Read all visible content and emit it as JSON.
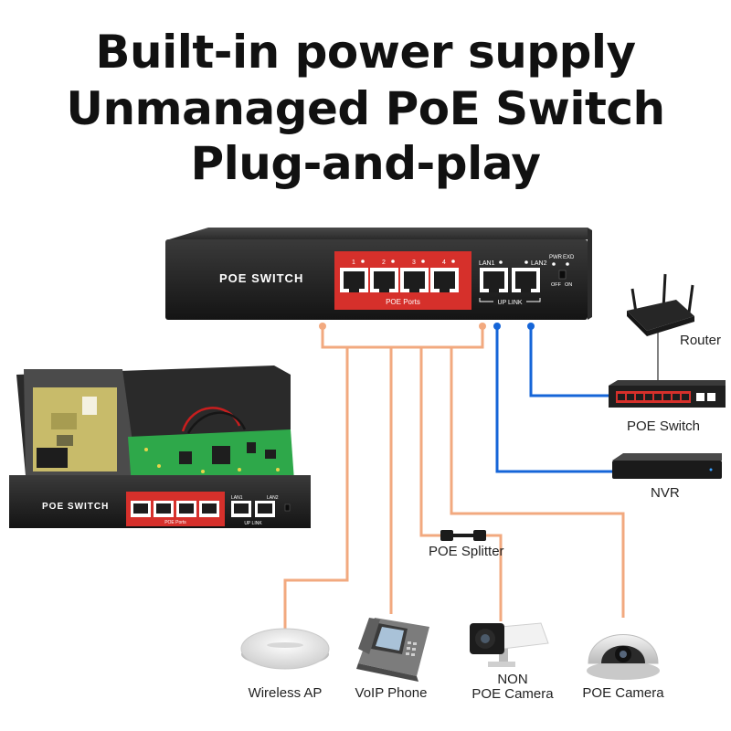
{
  "headline": {
    "line1": "Built-in power supply",
    "line2": "Unmanaged PoE Switch",
    "line3": "Plug-and-play"
  },
  "switch_main": {
    "brand": "POE SWITCH",
    "port_numbers": [
      "1",
      "2",
      "3",
      "4"
    ],
    "poe_ports_label": "POE Ports",
    "lan1": "LAN1",
    "lan2": "LAN2",
    "uplink_label": "UP LINK",
    "pwr": "PWR",
    "ext": "EXD",
    "off": "OFF",
    "on": "ON"
  },
  "switch_open": {
    "brand": "POE SWITCH",
    "poe_ports_label": "POE Ports",
    "uplink_label": "UP LINK",
    "lan1": "LAN1",
    "lan2": "LAN2"
  },
  "devices": {
    "router": "Router",
    "poe_switch": "POE Switch",
    "nvr": "NVR",
    "poe_splitter": "POE Splitter",
    "wireless_ap": "Wireless AP",
    "voip_phone": "VoIP Phone",
    "non_camera_line1": "NON",
    "non_camera_line2": "POE Camera",
    "poe_camera": "POE Camera"
  },
  "colors": {
    "poe_line": "#f2a97f",
    "uplink_line": "#1565d8",
    "switch_body": "#1e1e1e",
    "port_panel": "#d6302b",
    "pcb": "#2ea84a"
  }
}
